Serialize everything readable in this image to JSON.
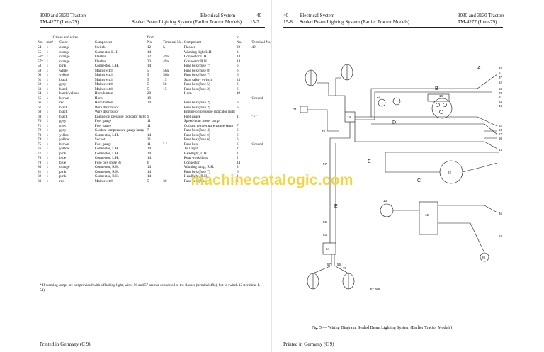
{
  "left_page": {
    "header": {
      "title_left": "3030 and 3130 Tractors",
      "code": "TM-4277 (June-79)",
      "section": "Electrical System",
      "page_number": "40",
      "subtitle": "Sealed Beam Lighting System (Earlier Tractor Models)",
      "sub_page": "15-7"
    },
    "table": {
      "group_cables": "Cables and wires",
      "group_from": "from",
      "group_to": "to",
      "col_no": "No.",
      "col_mm": "mm²",
      "col_color": "Color",
      "col_component": "Component",
      "col_from_no": "No.",
      "col_from_terminal": "Terminal No.",
      "col_to_component": "Component",
      "col_to_no": "No.",
      "col_to_terminal": "Terminal No.",
      "rows": [
        [
          "54",
          "1",
          "orange",
          "Switch",
          "12",
          "L",
          "Flasher",
          "22",
          "49"
        ],
        [
          "55",
          "1",
          "orange",
          "Connector L.H.",
          "14",
          "",
          "Warning light L.H.",
          "3",
          ""
        ],
        [
          "56*",
          "1",
          "orange",
          "Flasher",
          "22",
          "49a",
          "Connector L.H.",
          "14",
          ""
        ],
        [
          "57*",
          "1",
          "orange",
          "Flasher",
          "23",
          "49a",
          "Connector R.H.",
          "14",
          ""
        ],
        [
          "58",
          "1",
          "pink",
          "Connector, L.H.",
          "14",
          "",
          "Fuse box (fuse 7)",
          "6",
          ""
        ],
        [
          "59",
          "1",
          "white",
          "Main switch",
          "5",
          "56a",
          "Fuse box (fuse 8)",
          "6",
          ""
        ],
        [
          "60",
          "1",
          "yellow",
          "Main switch",
          "5",
          "56b",
          "Fuse box (fuse 7)",
          "6",
          ""
        ],
        [
          "61",
          "1",
          "black",
          "Main switch",
          "5",
          "15",
          "Start safety switch",
          "23",
          ""
        ],
        [
          "62",
          "1",
          "grey",
          "Main switch",
          "5",
          "58",
          "Fuse box (fuse 5)",
          "6",
          ""
        ],
        [
          "63",
          "1",
          "black",
          "Main switch",
          "5",
          "15",
          "Fuse box (fuse 2)",
          "6",
          ""
        ],
        [
          "64",
          "1",
          "black/yellow",
          "Horn button",
          "20",
          "",
          "Horn",
          "19",
          ""
        ],
        [
          "65",
          "1",
          "brown",
          "Horn",
          "19",
          "",
          "",
          "",
          "Ground"
        ],
        [
          "66",
          "1",
          "red",
          "Horn button",
          "20",
          "",
          "Fuse box (fuse 2)",
          "6",
          ""
        ],
        [
          "67",
          "1",
          "black",
          "Wire distributor",
          "",
          "",
          "Fuse box (fuse 2)",
          "6",
          ""
        ],
        [
          "68",
          "1",
          "black",
          "Wire distributor",
          "",
          "",
          "Engine oil pressure indicator light",
          "",
          ""
        ],
        [
          "69",
          "1",
          "black",
          "Engine oil pressure indicator light",
          "9",
          "",
          "Fuel gauge",
          "11",
          "\"+\""
        ],
        [
          "70",
          "1",
          "grey",
          "Fuel gauge",
          "11",
          "",
          "Speed-hour meter lamp",
          "",
          ""
        ],
        [
          "71",
          "1",
          "grey",
          "Fuel gauge",
          "11",
          "",
          "Coolant temperature gauge lamp",
          "7",
          ""
        ],
        [
          "72",
          "1",
          "grey",
          "Coolant temperature gauge lamp",
          "7",
          "",
          "Fuse box (fuse 4)",
          "6",
          ""
        ],
        [
          "73",
          "1",
          "yellow",
          "Connector, L.H.",
          "14",
          "",
          "Fuse box (fuse 6)",
          "6",
          ""
        ],
        [
          "74",
          "1",
          "yellow",
          "Socket",
          "21",
          "",
          "Fuse box (fuse 6)",
          "6",
          ""
        ],
        [
          "75",
          "1",
          "brown",
          "Fuel gauge",
          "11",
          "\"-\"",
          "Fuse box",
          "6",
          "Ground"
        ],
        [
          "76",
          "1",
          "yellow",
          "Connector, L.H.",
          "14",
          "",
          "Tail light",
          "2",
          ""
        ],
        [
          "77",
          "1",
          "pink",
          "Connector, L.H.",
          "14",
          "",
          "Headlight, L.H.",
          "1",
          ""
        ],
        [
          "78",
          "1",
          "blue",
          "Connector, L.H.",
          "14",
          "",
          "Rear work light",
          "2",
          ""
        ],
        [
          "79",
          "1",
          "blue",
          "Fuse box (fuse 8)",
          "6",
          "",
          "Connector",
          "14",
          ""
        ],
        [
          "80",
          "1",
          "orange",
          "Connector, R.H.",
          "14",
          "",
          "Warning lamp, R.H.",
          "3",
          ""
        ],
        [
          "81",
          "1",
          "pink",
          "Connector, R.H.",
          "14",
          "",
          "Fuse box (fuse 7)",
          "6",
          ""
        ],
        [
          "82",
          "1",
          "pink",
          "Connector, R.H.",
          "14",
          "",
          "Headlight, R.H.",
          "1",
          ""
        ],
        [
          "83",
          "1",
          "red",
          "Main switch",
          "5",
          "30",
          "Fuse box (fuse 1)",
          "6",
          ""
        ]
      ]
    },
    "footnote": "* If warning lamps are not provided with a flashing light, wires 56 and 57 are not connected to the flasher (terminal 49a), but to switch 12 (terminal L 54).",
    "footer": "Printed in Germany (C 9)"
  },
  "right_page": {
    "header": {
      "page_number": "40",
      "section": "Electrical System",
      "sub_page": "15-8",
      "subtitle": "Sealed Beam Lighting System (Earlier Tractor Models)",
      "title_right": "3030 and 3130 Tractors",
      "code": "TM-4277 (June-79)"
    },
    "diagram": {
      "part_number": "L 57 066",
      "letters": [
        "A",
        "B",
        "C",
        "D",
        "E",
        "E"
      ],
      "component_numbers": [
        "23",
        "18",
        "21",
        "14",
        "22",
        "13",
        "12",
        "54",
        "20"
      ],
      "wire_numbers_right": [
        "34",
        "51",
        "37",
        "52",
        "58",
        "73",
        "81",
        "53",
        "44",
        "62",
        "63",
        "67",
        "60",
        "43",
        "46",
        "64"
      ],
      "wire_numbers_left": [
        "74",
        "57",
        "55",
        "83",
        "57",
        "56",
        "78"
      ]
    },
    "caption": "Fig. 5 — Wiring Diagram, Sealed Beam Lighting System (Earlier Tractor Models)",
    "footer": "Printed in Germany (C 9)"
  },
  "watermark": "machinecatalogic.com"
}
